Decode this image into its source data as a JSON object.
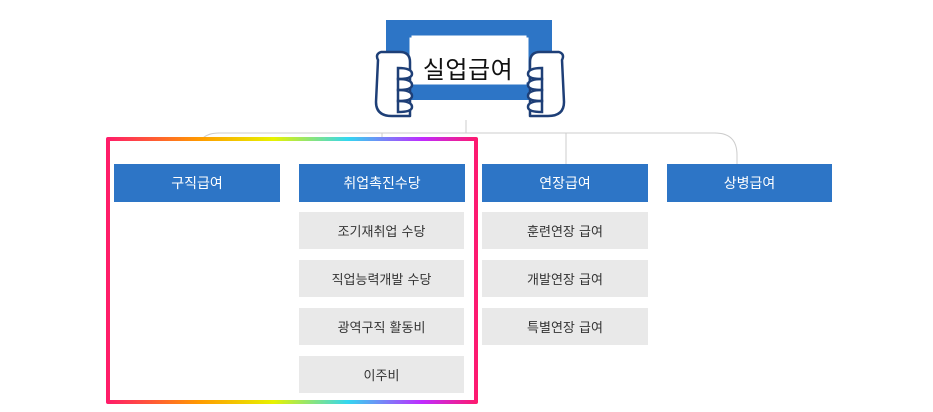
{
  "title": "실업급여",
  "categories": [
    {
      "label": "구직급여",
      "items": []
    },
    {
      "label": "취업촉진수당",
      "items": [
        "조기재취업 수당",
        "직업능력개발 수당",
        "광역구직 활동비",
        "이주비"
      ]
    },
    {
      "label": "연장급여",
      "items": [
        "훈련연장 급여",
        "개발연장 급여",
        "특별연장 급여"
      ]
    },
    {
      "label": "상병급여",
      "items": []
    }
  ],
  "colors": {
    "header_blue": "#2d75c6",
    "item_gray": "#e9e9e9",
    "connector": "#cccccc",
    "highlight_border": [
      "#ff1a6b",
      "#ff9a00",
      "#e7f200",
      "#33d7f0",
      "#c02bff"
    ]
  }
}
